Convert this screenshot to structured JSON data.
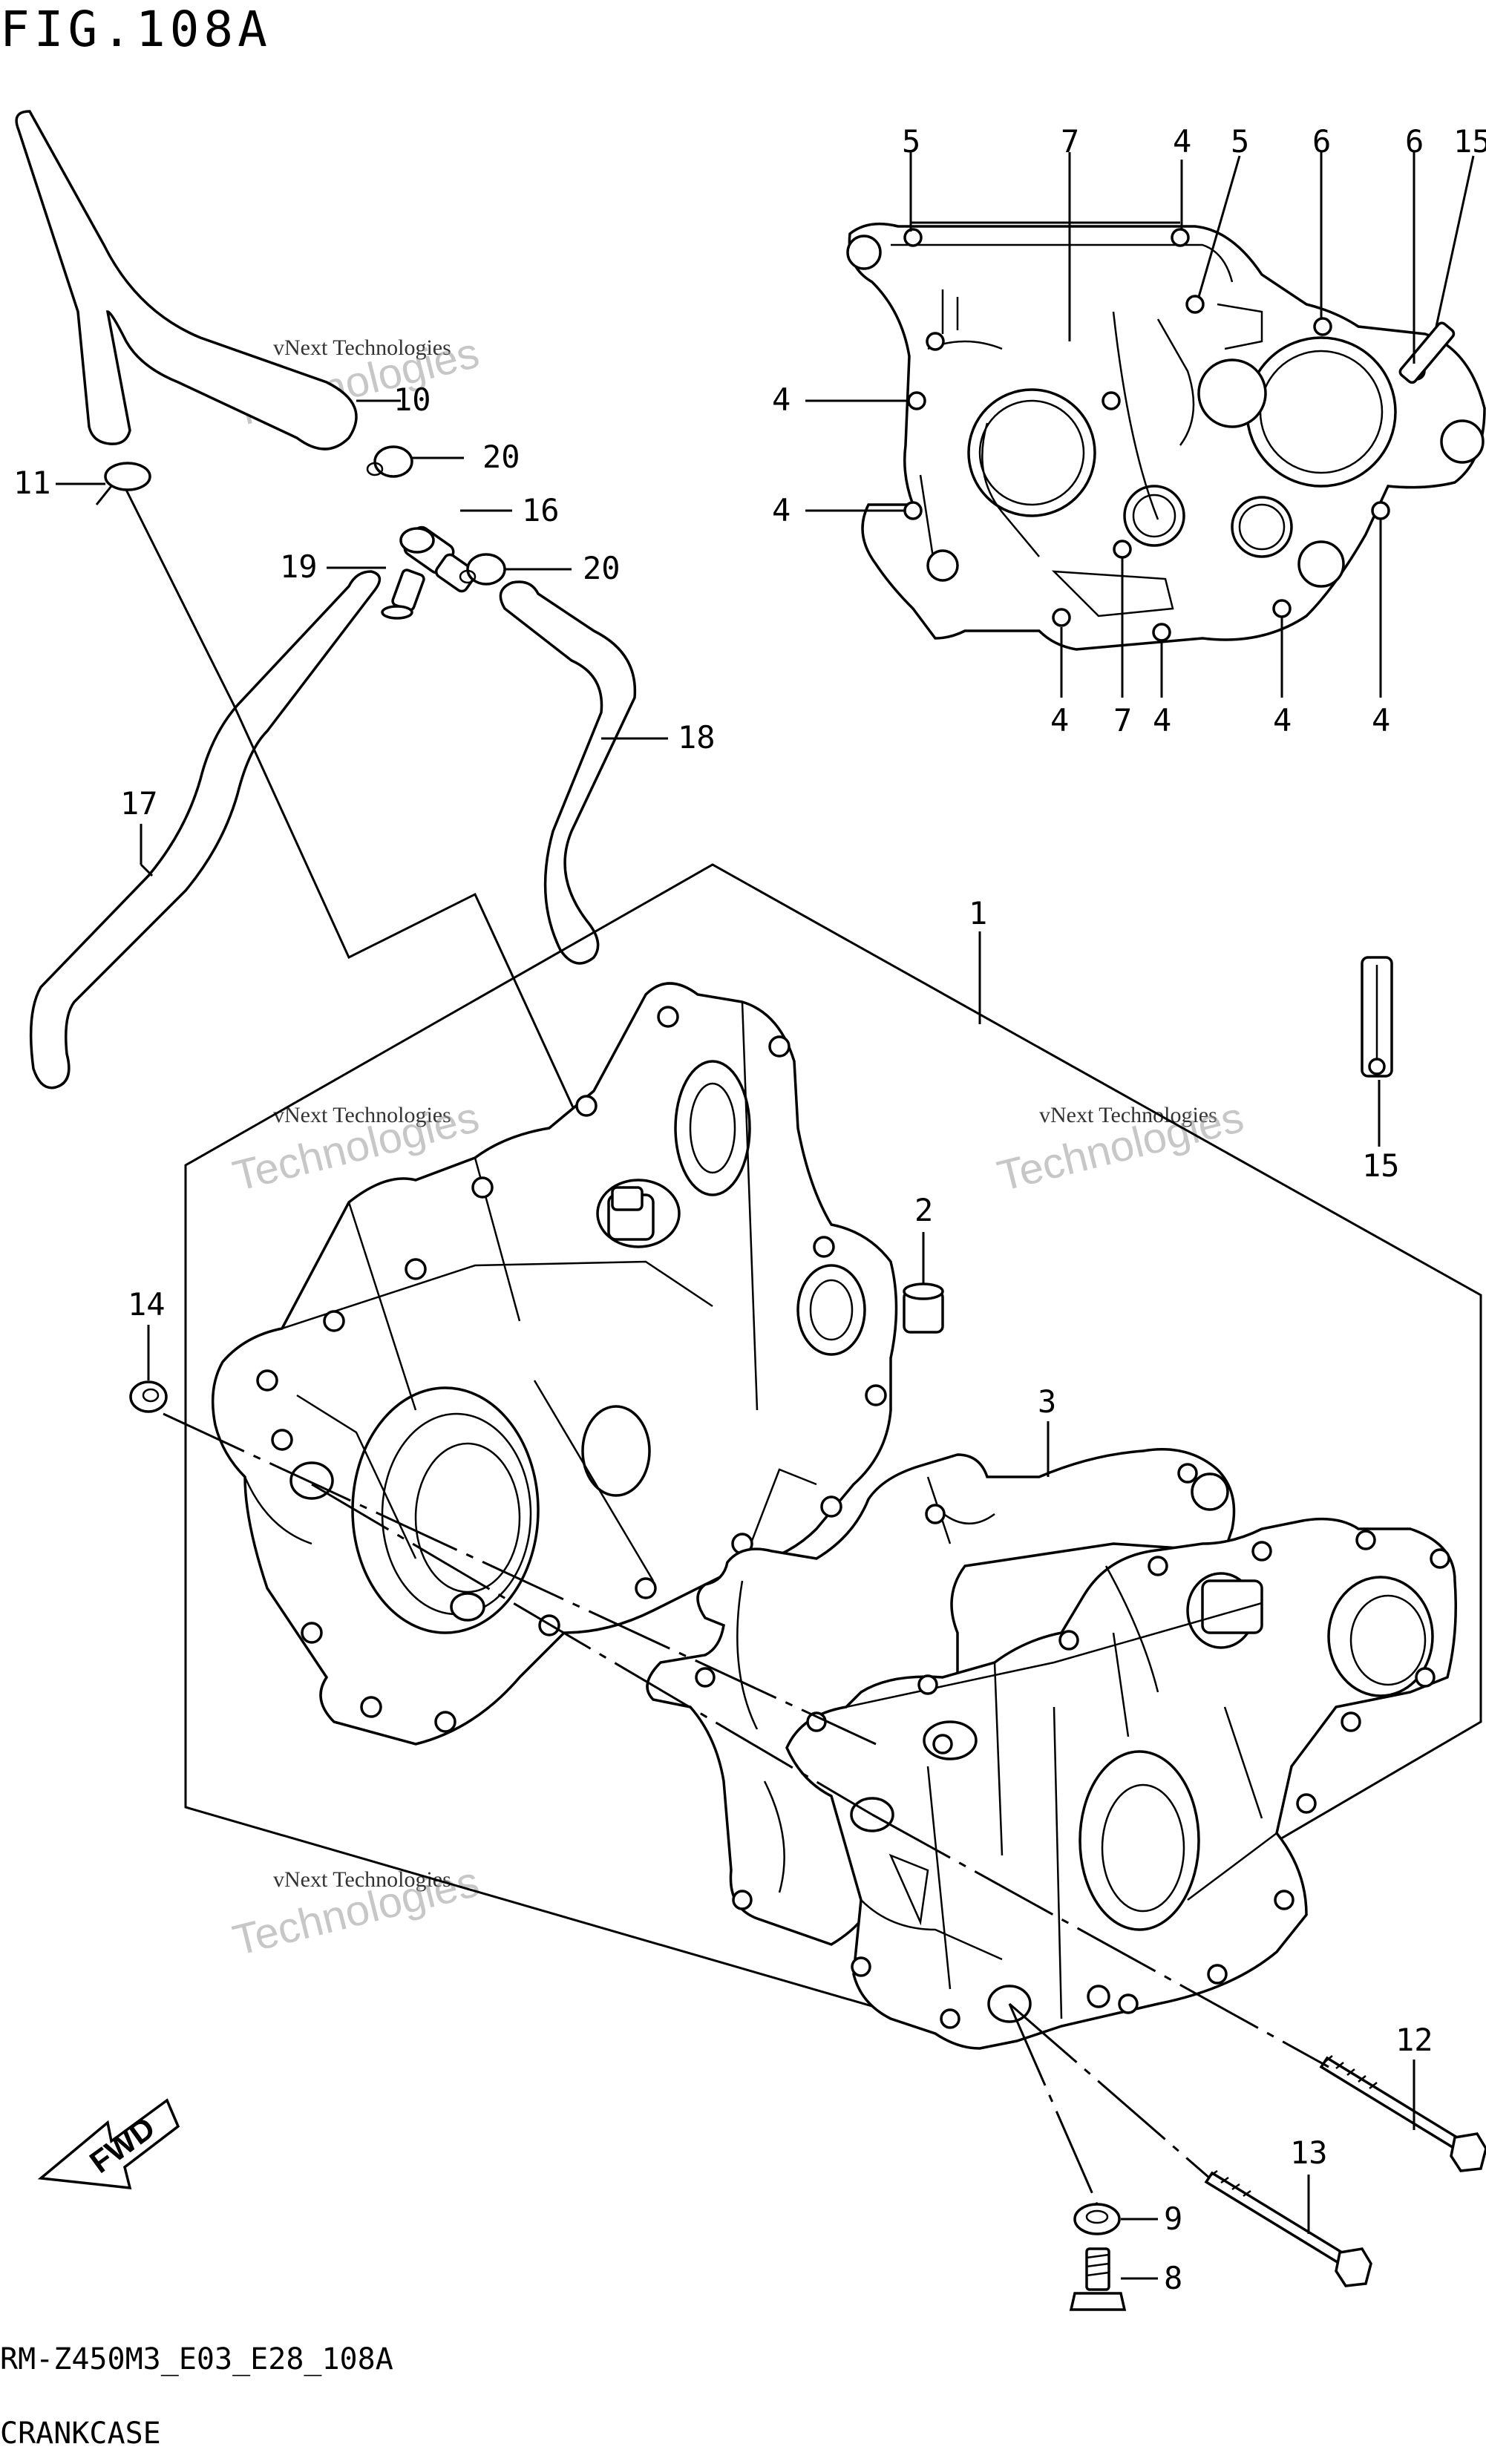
{
  "header": {
    "figure_title": "FIG.108A"
  },
  "footer": {
    "model_code": "RM-Z450M3_E03_E28_108A",
    "section_name": "CRANKCASE"
  },
  "watermark": {
    "line1": "vNext Technologies",
    "line2": "Technologies"
  },
  "fwd_label": "FWD",
  "callouts": {
    "c1": "1",
    "c2": "2",
    "c3": "3",
    "c8": "8",
    "c9": "9",
    "c10": "10",
    "c11": "11",
    "c12": "12",
    "c13": "13",
    "c14": "14",
    "c15a": "15",
    "c15b": "15",
    "c16": "16",
    "c17": "17",
    "c18": "18",
    "c19": "19",
    "c20a": "20",
    "c20b": "20",
    "top": {
      "t5a": "5",
      "t7a": "7",
      "t4a": "4",
      "t5b": "5",
      "t6a": "6",
      "t6b": "6",
      "l4a": "4",
      "l4b": "4",
      "b4a": "4",
      "b7": "7",
      "b4b": "4",
      "b4c": "4",
      "b4d": "4"
    }
  }
}
